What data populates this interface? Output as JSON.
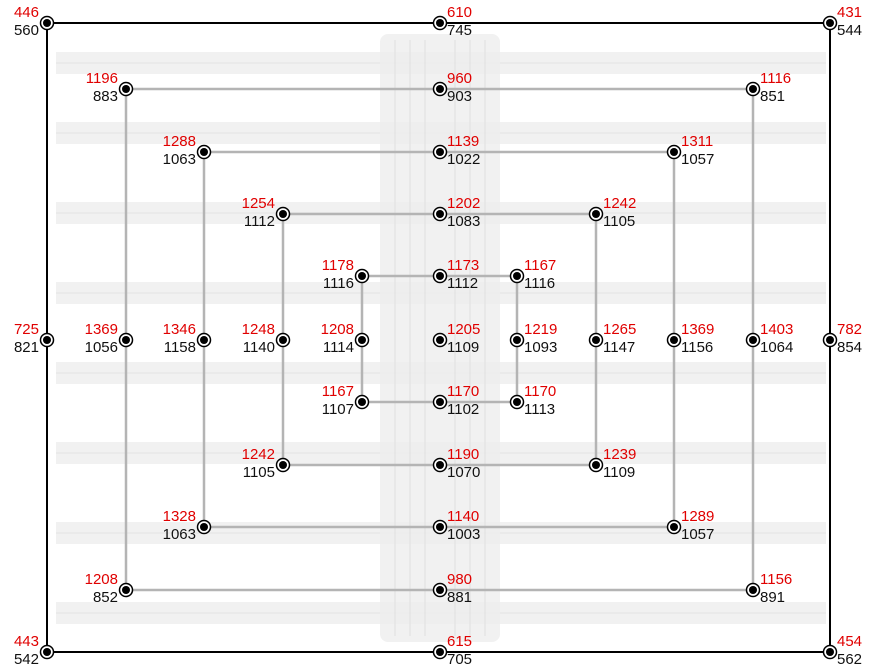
{
  "colors": {
    "frame": "#000000",
    "ring_line": "#b4b4b4",
    "marker_fill": "#000000",
    "marker_ring": "#000000",
    "top_value": "#e00000",
    "bottom_value": "#111111",
    "background_bands": "#f1f1f1",
    "center_column": "#eeeeee"
  },
  "frame": {
    "corners": [
      {
        "id": "tl",
        "top": "446",
        "bottom": "560"
      },
      {
        "id": "tm",
        "top": "610",
        "bottom": "745"
      },
      {
        "id": "tr",
        "top": "431",
        "bottom": "544"
      },
      {
        "id": "ml",
        "top": "725",
        "bottom": "821"
      },
      {
        "id": "mr",
        "top": "782",
        "bottom": "854"
      },
      {
        "id": "bl",
        "top": "443",
        "bottom": "542"
      },
      {
        "id": "bm",
        "top": "615",
        "bottom": "705"
      },
      {
        "id": "br",
        "top": "454",
        "bottom": "562"
      }
    ]
  },
  "rings": [
    {
      "id": "ring-1",
      "tl": {
        "top": "1196",
        "bottom": "883"
      },
      "tm": {
        "top": "960",
        "bottom": "903"
      },
      "tr": {
        "top": "1116",
        "bottom": "851"
      },
      "ml": {
        "top": "1369",
        "bottom": "1056"
      },
      "mr": {
        "top": "1403",
        "bottom": "1064"
      },
      "bl": {
        "top": "1208",
        "bottom": "852"
      },
      "bm": {
        "top": "980",
        "bottom": "881"
      },
      "br": {
        "top": "1156",
        "bottom": "891"
      }
    },
    {
      "id": "ring-2",
      "tl": {
        "top": "1288",
        "bottom": "1063"
      },
      "tm": {
        "top": "1139",
        "bottom": "1022"
      },
      "tr": {
        "top": "1311",
        "bottom": "1057"
      },
      "ml": {
        "top": "1346",
        "bottom": "1158"
      },
      "mr": {
        "top": "1369",
        "bottom": "1156"
      },
      "bl": {
        "top": "1328",
        "bottom": "1063"
      },
      "bm": {
        "top": "1140",
        "bottom": "1003"
      },
      "br": {
        "top": "1289",
        "bottom": "1057"
      }
    },
    {
      "id": "ring-3",
      "tl": {
        "top": "1254",
        "bottom": "1112"
      },
      "tm": {
        "top": "1202",
        "bottom": "1083"
      },
      "tr": {
        "top": "1242",
        "bottom": "1105"
      },
      "ml": {
        "top": "1248",
        "bottom": "1140"
      },
      "mr": {
        "top": "1265",
        "bottom": "1147"
      },
      "bl": {
        "top": "1242",
        "bottom": "1105"
      },
      "bm": {
        "top": "1190",
        "bottom": "1070"
      },
      "br": {
        "top": "1239",
        "bottom": "1109"
      }
    },
    {
      "id": "ring-4",
      "tl": {
        "top": "1178",
        "bottom": "1116"
      },
      "tm": {
        "top": "1173",
        "bottom": "1112"
      },
      "tr": {
        "top": "1167",
        "bottom": "1116"
      },
      "ml": {
        "top": "1208",
        "bottom": "1114"
      },
      "mr": {
        "top": "1219",
        "bottom": "1093"
      },
      "bl": {
        "top": "1167",
        "bottom": "1107"
      },
      "bm": {
        "top": "1170",
        "bottom": "1102"
      },
      "br": {
        "top": "1170",
        "bottom": "1113"
      }
    }
  ],
  "center": {
    "top": "1205",
    "bottom": "1109"
  }
}
